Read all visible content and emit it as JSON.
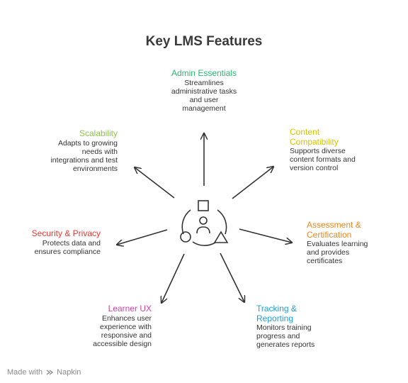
{
  "title": "Key LMS Features",
  "features": [
    {
      "key": "admin",
      "title": "Admin Essentials",
      "description": "Streamlines\nadministrative tasks\nand user\nmanagement",
      "color": "#2bb673"
    },
    {
      "key": "content",
      "title": "Content\nCompatibility",
      "description": "Supports diverse\ncontent formats and\nversion control",
      "color": "#d4c400"
    },
    {
      "key": "assessment",
      "title": "Assessment &\nCertification",
      "description": "Evaluates learning\nand provides\ncertificates",
      "color": "#e8871e"
    },
    {
      "key": "tracking",
      "title": "Tracking &\nReporting",
      "description": "Monitors training\nprogress and\ngenerates reports",
      "color": "#1ea0d6"
    },
    {
      "key": "learner",
      "title": "Learner UX",
      "description": "Enhances user\nexperience with\nresponsive and\naccessible design",
      "color": "#d63fa3"
    },
    {
      "key": "security",
      "title": "Security & Privacy",
      "description": "Protects data and\nensures compliance",
      "color": "#e53935"
    },
    {
      "key": "scalability",
      "title": "Scalability",
      "description": "Adapts to growing\nneeds with\nintegrations and test\nenvironments",
      "color": "#8bc34a"
    }
  ],
  "footer": {
    "made_with": "Made with",
    "brand": "Napkin"
  }
}
